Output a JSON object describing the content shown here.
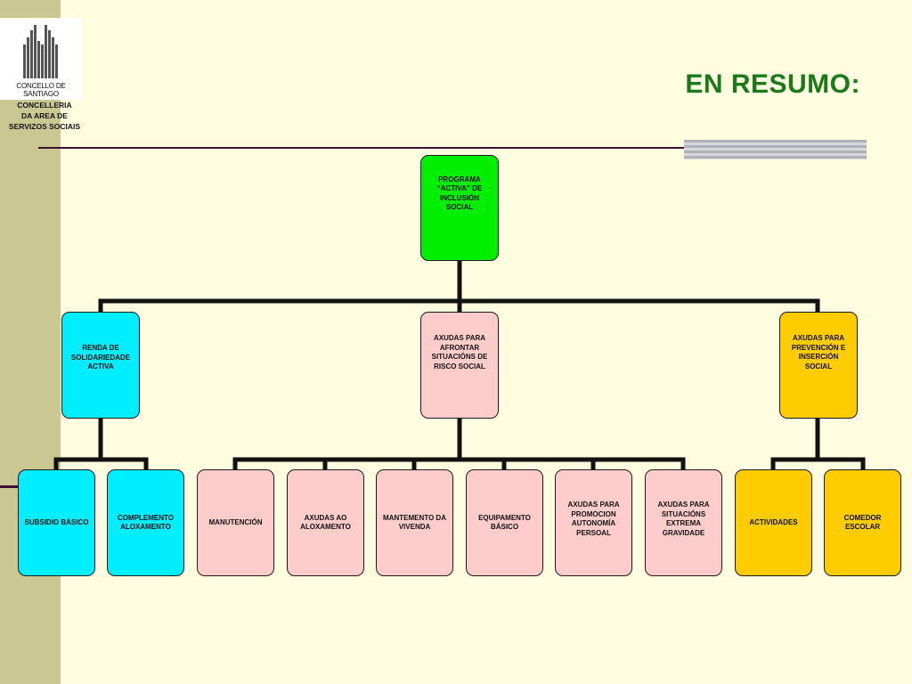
{
  "header": {
    "title": "EN RESUMO:",
    "logo_text": [
      "CONCELLO DE",
      "SANTIAGO"
    ],
    "department": [
      "CONCELLERIA",
      "DA AREA DE",
      "SERVIZOS SOCIAIS"
    ]
  },
  "diagram": {
    "root": {
      "label": "PROGRAMA “ACTIVA” DE INCLUSIÓN SOCIAL",
      "color": "#00ee00"
    },
    "branches": [
      {
        "label": "RENDA DE SOLIDARIEDADE ACTIVA",
        "color": "#00eeff",
        "children": [
          "SUBSIDIO BÁSICO",
          "COMPLEMENTO ALOXAMENTO"
        ]
      },
      {
        "label": "AXUDAS PARA AFRONTAR SITUACIÓNS DE RISCO SOCIAL",
        "color": "#ffcccc",
        "children": [
          "MANUTENCIÓN",
          "AXUDAS AO ALOXAMENTO",
          "MANTEMENTO DA VIVENDA",
          "EQUIPAMENTO BÁSICO",
          "AXUDAS PARA PROMOCION AUTONOMÍA PERSOAL",
          "AXUDAS PARA SITUACIÓNS EXTREMA GRAVIDADE"
        ]
      },
      {
        "label": "AXUDAS PARA PREVENCIÓN E INSERCIÓN SOCIAL",
        "color": "#ffcc00",
        "children": [
          "ACTIVIDADES",
          "COMEDOR ESCOLAR"
        ]
      }
    ]
  }
}
